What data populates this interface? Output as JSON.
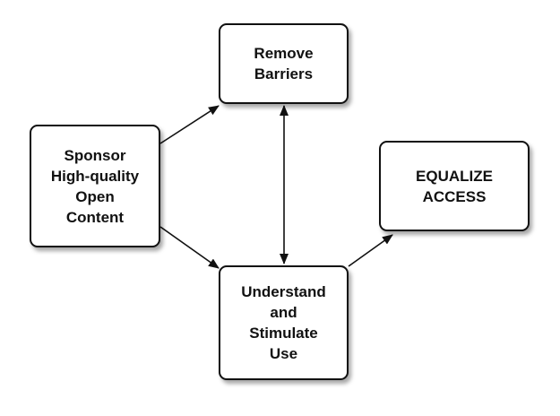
{
  "nodes": {
    "remove_barriers": {
      "lines": [
        "Remove",
        "Barriers"
      ]
    },
    "sponsor_content": {
      "lines": [
        "Sponsor",
        "High-quality",
        "Open",
        "Content"
      ]
    },
    "equalize_access": {
      "lines": [
        "EQUALIZE",
        "ACCESS"
      ]
    },
    "understand_use": {
      "lines": [
        "Understand",
        "and",
        "Stimulate",
        "Use"
      ]
    }
  },
  "edges": [
    {
      "from": "sponsor_content",
      "to": "remove_barriers",
      "direction": "forward"
    },
    {
      "from": "sponsor_content",
      "to": "understand_use",
      "direction": "forward"
    },
    {
      "from": "remove_barriers",
      "to": "understand_use",
      "direction": "both"
    },
    {
      "from": "understand_use",
      "to": "equalize_access",
      "direction": "forward"
    }
  ],
  "colors": {
    "stroke": "#111111",
    "box_fill": "#ffffff",
    "background": "#ffffff"
  }
}
